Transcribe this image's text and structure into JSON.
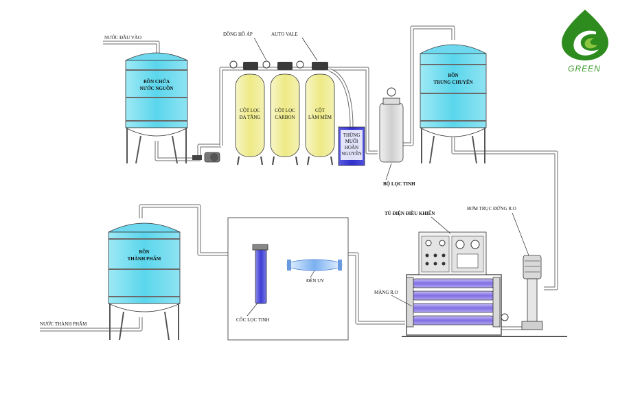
{
  "labels": {
    "inlet": "NƯỚC ĐẦU VÀO",
    "pressure_gauge": "ĐỒNG HỒ ÁP",
    "auto_valve": "AUTO VALE",
    "raw_tank": [
      "BỒN CHỨA",
      "NƯỚC NGUỒN"
    ],
    "multimedia_column": [
      "CỘT LỌC",
      "ĐA TẦNG"
    ],
    "carbon_column": [
      "CỘT LỌC",
      "CARBON"
    ],
    "softener_column": [
      "CỘT",
      "LÀM MỀM"
    ],
    "brine_tank": [
      "THÙNG",
      "MUỐI",
      "HOÀN",
      "NGUYÊN"
    ],
    "fine_filter": "BỘ LỌC TINH",
    "transfer_tank": [
      "BỒN",
      "TRUNG CHUYỂN"
    ],
    "control_panel": "TỦ ĐIỆN ĐIỀU KHIỂN",
    "ro_pump": "BƠM TRỤC ĐỨNG R.O",
    "ro_membrane": "MÀNG R.O",
    "product_tank": [
      "BỒN",
      "THÀNH PHẨM"
    ],
    "uv_lamp": "ĐÈN UV",
    "cartridge_filter": "CỐC LỌC TINH",
    "outlet": "NƯỚC THÀNH PHẨM"
  },
  "logo": {
    "text": "GREEN",
    "colors": {
      "leaf_dark": "#2e8b1e",
      "leaf_light": "#8cc63f"
    }
  },
  "colors": {
    "tank_water": "#5ad6ec",
    "column_yellow": "#f3ef9e",
    "brine_blue": "#3a3ad0",
    "membrane_purple": "#8f7ee8",
    "cartridge_blue": "#4a4ad8"
  }
}
